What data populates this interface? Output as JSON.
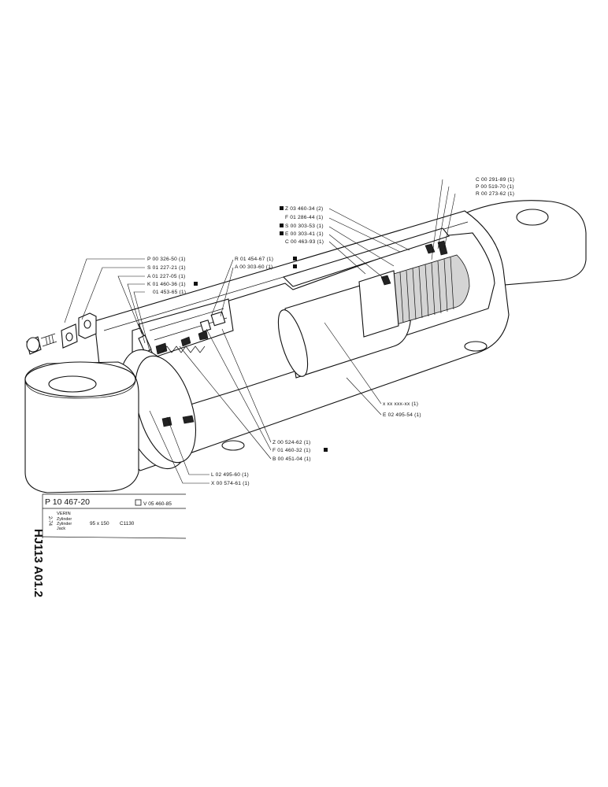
{
  "callouts_top_right": [
    {
      "code": "C 00 291-89 (1)"
    },
    {
      "code": "P 00 519-70 (1)"
    },
    {
      "code": "R 00 273-62 (1)"
    }
  ],
  "callouts_top_mid": [
    {
      "code": "Z 03 460-34 (2)",
      "marked": true
    },
    {
      "code": "F 01 286-44 (1)",
      "marked": false
    },
    {
      "code": "S 00 303-53 (1)",
      "marked": true
    },
    {
      "code": "E 00 303-41 (1)",
      "marked": true
    },
    {
      "code": "C 00 463-93 (1)",
      "marked": false
    }
  ],
  "callouts_left": [
    {
      "code": "P 00 326-50 (1)"
    },
    {
      "code": "S 01 227-21 (1)"
    },
    {
      "code": "A 01 227-05 (1)"
    },
    {
      "code": "K 01 460-36 (1)",
      "marked": true
    },
    {
      "code": "01 453-65 (1)"
    }
  ],
  "callouts_center": [
    {
      "code": "R 01 454-67 (1)",
      "marked": true
    },
    {
      "code": "A 00 303-60 (1)",
      "marked": true
    }
  ],
  "callouts_right": [
    {
      "code": "x xx xxx-xx (1)"
    },
    {
      "code": "E 02 495-54 (1)"
    }
  ],
  "callouts_bottom_center": [
    {
      "code": "Z 00 524-62 (1)",
      "marked": false
    },
    {
      "code": "F 01 460-32 (1)",
      "marked": true
    },
    {
      "code": "B 00 451-04 (1)",
      "marked": false
    }
  ],
  "callouts_bottom_left": [
    {
      "code": "L 02 495-60 (1)"
    },
    {
      "code": "X 00 574-61 (1)"
    }
  ],
  "vertical_code": "HJ113  A01.2",
  "vertical_small": "2-74",
  "title_block": {
    "part_number": "P 10 467-20",
    "ref_number": "V 05 460-85",
    "name": "VERIN",
    "sub1": "Zylinder",
    "sub2": "Zylinder",
    "sub3": "Jack",
    "size": "95 x 150",
    "model": "C1130"
  }
}
